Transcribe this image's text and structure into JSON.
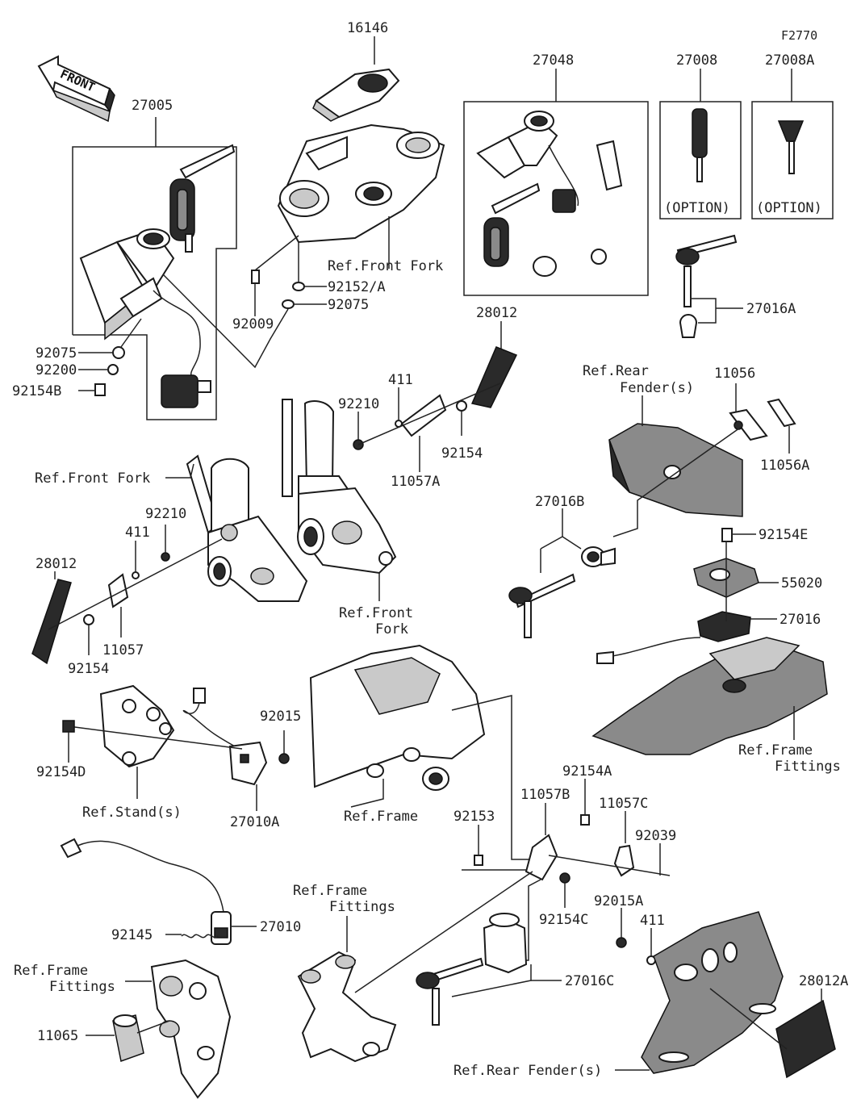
{
  "diagram_code": "F2770",
  "front_label": "FRONT",
  "labels": {
    "p16146": "16146",
    "p27048": "27048",
    "p27008": "27008",
    "p27008A": "27008A",
    "p27005": "27005",
    "option1": "(OPTION)",
    "option2": "(OPTION)",
    "ref_front_fork_top": "Ref.Front Fork",
    "p92152A": "92152/A",
    "p92075_top": "92075",
    "p92009": "92009",
    "p92075_left": "92075",
    "p92200": "92200",
    "p92154B": "92154B",
    "p28012_top": "28012",
    "p27016A": "27016A",
    "p411_mid": "411",
    "p92210_mid": "92210",
    "p92154_mid": "92154",
    "p11057A": "11057A",
    "ref_rear_fender_top_1": "Ref.Rear",
    "ref_rear_fender_top_2": "Fender(s)",
    "p11056": "11056",
    "p11056A": "11056A",
    "ref_front_fork_left": "Ref.Front Fork",
    "p92210_left": "92210",
    "p411_left": "411",
    "p28012_left": "28012",
    "p92154_left": "92154",
    "p11057": "11057",
    "ref_front_fork_mid_1": "Ref.Front",
    "ref_front_fork_mid_2": "Fork",
    "p27016B": "27016B",
    "p92154E": "92154E",
    "p55020": "55020",
    "p27016": "27016",
    "p92015": "92015",
    "p92154D": "92154D",
    "ref_stand": "Ref.Stand(s)",
    "p27010A": "27010A",
    "ref_frame_mid": "Ref.Frame",
    "p92153": "92153",
    "p11057B": "11057B",
    "p92154A": "92154A",
    "p11057C": "11057C",
    "p92039": "92039",
    "ref_frame_fittings_right_1": "Ref.Frame",
    "ref_frame_fittings_right_2": "Fittings",
    "ref_frame_fittings_mid_1": "Ref.Frame",
    "ref_frame_fittings_mid_2": "Fittings",
    "p92154C": "92154C",
    "p92015A": "92015A",
    "p411_right": "411",
    "p92145": "92145",
    "p27010": "27010",
    "ref_frame_fittings_left_1": "Ref.Frame",
    "ref_frame_fittings_left_2": "Fittings",
    "p27016C": "27016C",
    "p28012A": "28012A",
    "p11065": "11065",
    "ref_rear_fender_bottom": "Ref.Rear Fender(s)"
  }
}
